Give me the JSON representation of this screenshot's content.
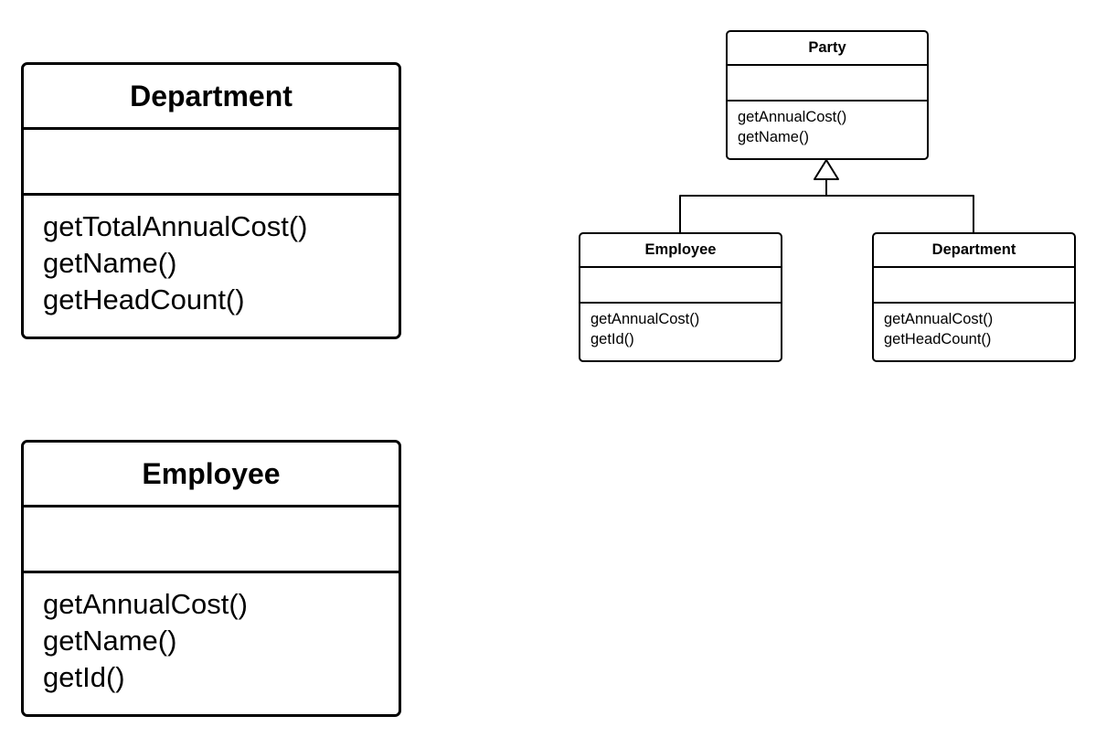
{
  "diagram": {
    "left_classes": [
      {
        "name": "Department",
        "attributes": [],
        "operations": [
          "getTotalAnnualCost()",
          "getName()",
          "getHeadCount()"
        ]
      },
      {
        "name": "Employee",
        "attributes": [],
        "operations": [
          "getAnnualCost()",
          "getName()",
          "getId()"
        ]
      }
    ],
    "hierarchy": {
      "parent": {
        "name": "Party",
        "attributes": [],
        "operations": [
          "getAnnualCost()",
          "getName()"
        ]
      },
      "children": [
        {
          "name": "Employee",
          "attributes": [],
          "operations": [
            "getAnnualCost()",
            "getId()"
          ]
        },
        {
          "name": "Department",
          "attributes": [],
          "operations": [
            "getAnnualCost()",
            "getHeadCount()"
          ]
        }
      ],
      "relationship": "generalization"
    }
  }
}
